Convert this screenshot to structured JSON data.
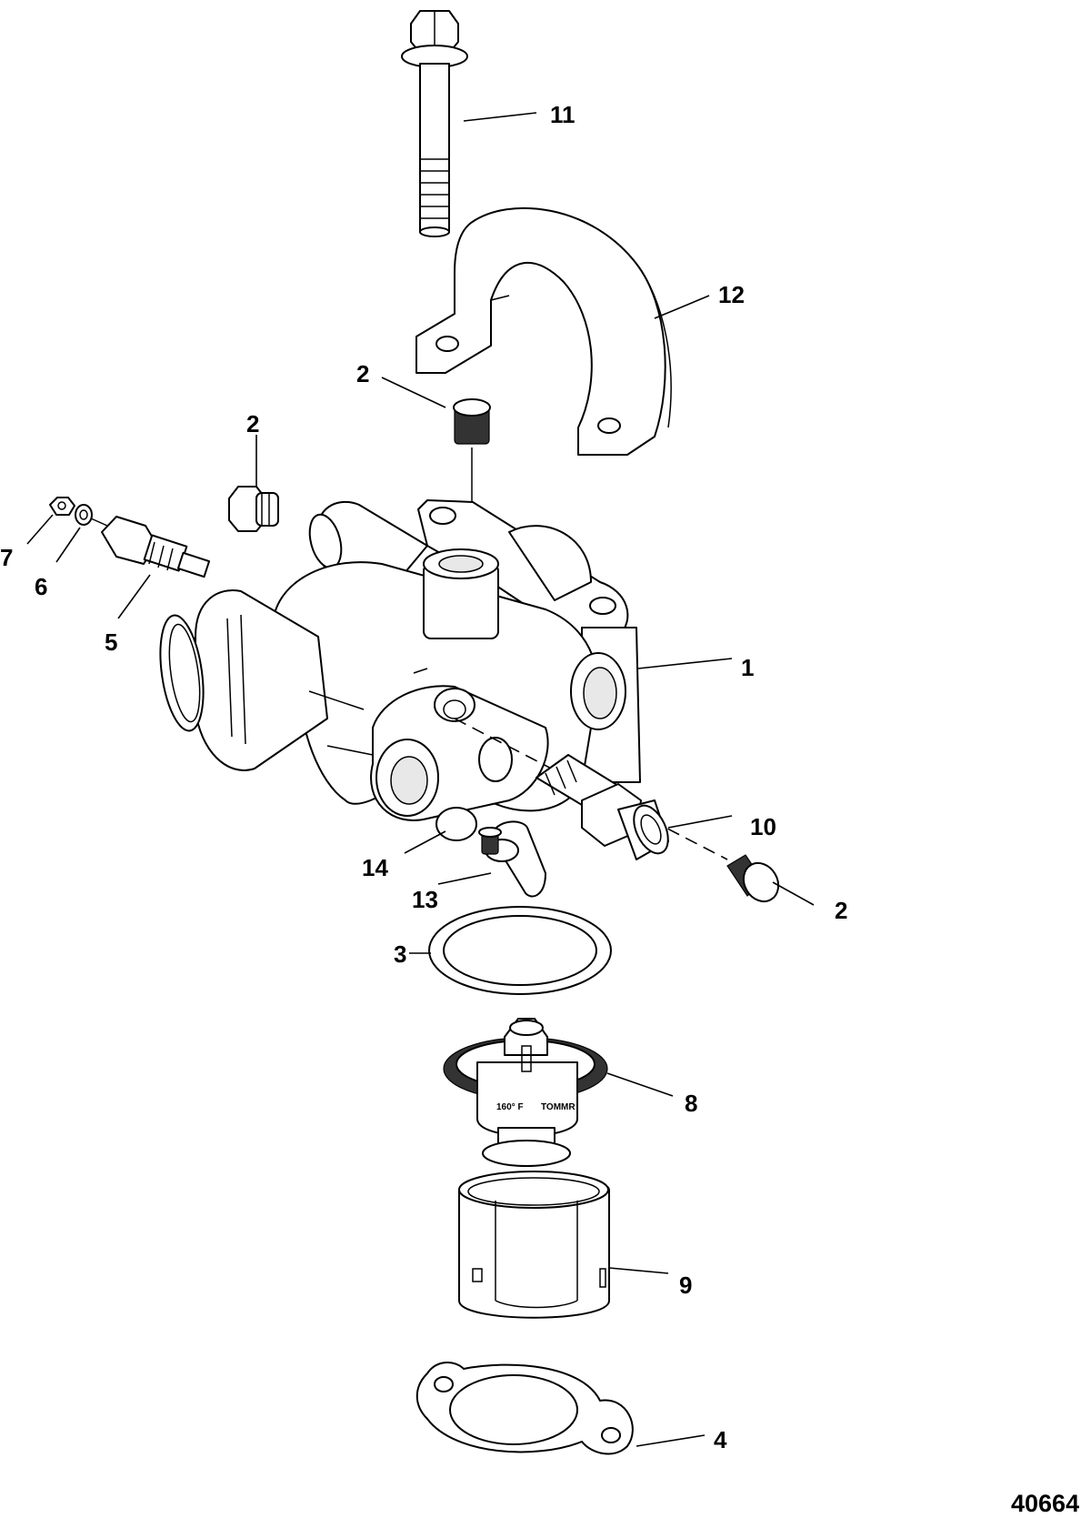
{
  "diagram": {
    "figure_id": "40664",
    "callouts": [
      "11",
      "12",
      "2",
      "2",
      "7",
      "6",
      "5",
      "1",
      "10",
      "14",
      "13",
      "2",
      "3",
      "8",
      "9",
      "4"
    ],
    "thermostat_marking": {
      "temp": "160° F",
      "brand": "TOMMR"
    }
  }
}
